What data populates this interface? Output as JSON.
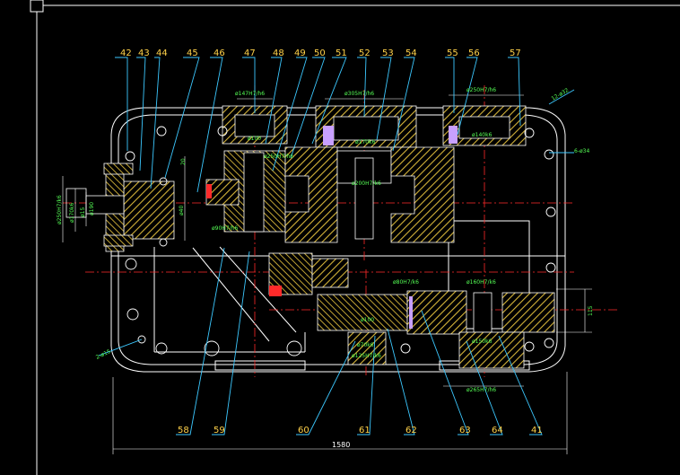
{
  "drawing": {
    "background": "#000000",
    "colors": {
      "outline": "#ffffff",
      "leader": "#3cc8ff",
      "label": "#ffd24a",
      "dimension": "#55ff55",
      "hatch": "#d6b53a",
      "center": "#ff2a2a",
      "accent": "#c8a0ff"
    },
    "part_labels": [
      "42",
      "43",
      "44",
      "45",
      "46",
      "47",
      "48",
      "49",
      "50",
      "51",
      "52",
      "53",
      "54",
      "55",
      "56",
      "57",
      "58",
      "59",
      "60",
      "61",
      "62",
      "63",
      "64",
      "41"
    ],
    "dimension_texts": {
      "fit_147": "ø147H7/h6",
      "fit_305": "ø305H7/h6",
      "fit_250": "ø250H7/h6",
      "fit_100a": "ø100",
      "fit_170": "ø170k6",
      "fit_140": "ø140k6",
      "fit_90": "ø90H7/h6",
      "fit_250b": "ø250H7/h6",
      "fit_200": "ø200H7/k6",
      "fit_160": "ø160H7/k6",
      "fit_100b": "ø100",
      "fit_150": "ø150k6",
      "fit_125": "ø125H7/k6",
      "fit_70": "ø70k6",
      "fit_265": "ø265H7/h6",
      "fit_80": "ø80H7/k6",
      "fit_left1": "ø250H7/k6",
      "fit_left2": "ø170k6",
      "fit_left3": "ø15",
      "fit_left4": "ø190",
      "fit_left5": "ø40",
      "dim_20": "20",
      "dim_115": "115",
      "hole_12": "12-ø32",
      "hole_6": "6-ø34",
      "hole_2": "2-ø15",
      "overall_length": "1580"
    }
  }
}
